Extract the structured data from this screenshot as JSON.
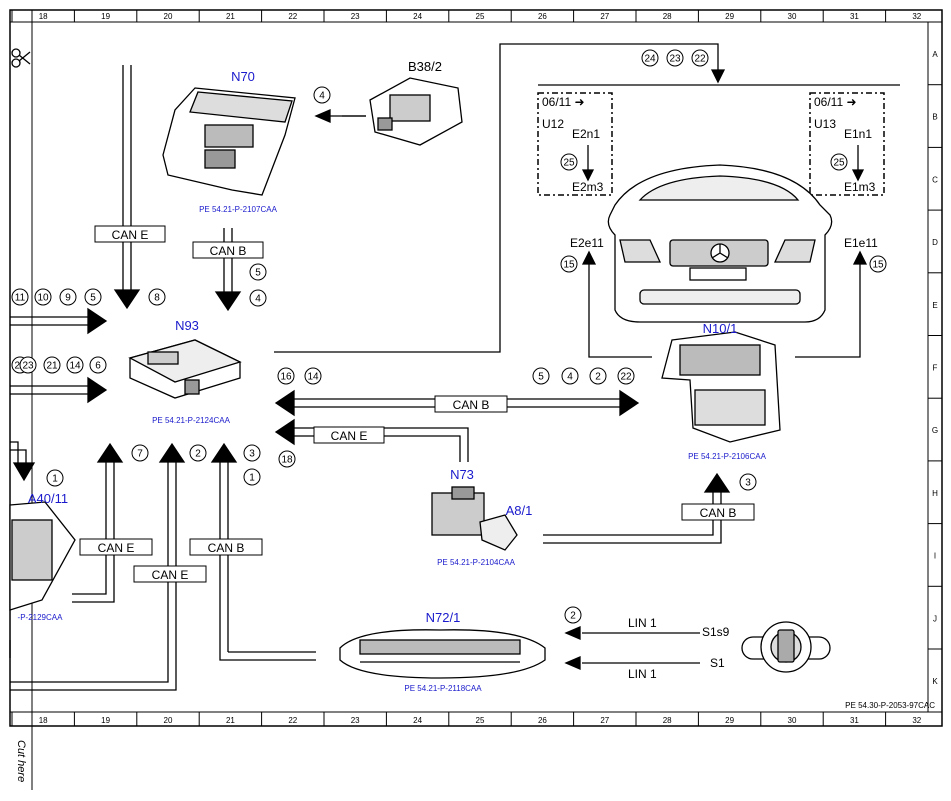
{
  "cut_label": "Cut here",
  "page_ref": "PE 54.30-P-2053-97CAC",
  "ruler_columns": [
    "18",
    "19",
    "20",
    "21",
    "22",
    "23",
    "24",
    "25",
    "26",
    "27",
    "28",
    "29",
    "30",
    "31",
    "32"
  ],
  "ruler_rows": [
    "A",
    "B",
    "C",
    "D",
    "E",
    "F",
    "G",
    "H",
    "I",
    "J",
    "K"
  ],
  "bus_labels": [
    "CAN E",
    "CAN B",
    "CAN B",
    "CAN E",
    "CAN B",
    "CAN E",
    "CAN B",
    "CAN E"
  ],
  "components": {
    "n70": {
      "name": "N70",
      "ref": "PE 54.21-P-2107CAA"
    },
    "b38_2": {
      "name": "B38/2"
    },
    "n93": {
      "name": "N93",
      "ref": "PE 54.21-P-2124CAA"
    },
    "n10_1": {
      "name": "N10/1",
      "ref": "PE 54.21-P-2106CAA"
    },
    "n73": {
      "name": "N73"
    },
    "a8_1": {
      "name": "A8/1",
      "ref": "PE 54.21-P-2104CAA"
    },
    "n72_1": {
      "name": "N72/1",
      "ref": "PE 54.21-P-2118CAA"
    },
    "a40_11": {
      "name": "A40/11",
      "ref": "-P-2129CAA"
    }
  },
  "modules": {
    "u12": {
      "date": "06/11 ➜",
      "name": "U12",
      "from": "E2n1",
      "to": "E2m3"
    },
    "u13": {
      "date": "06/11 ➜",
      "name": "U13",
      "from": "E1n1",
      "to": "E1m3"
    }
  },
  "signals": {
    "e2e11": "E2e11",
    "e1e11": "E1e11",
    "lin1": "LIN 1",
    "s1s9": "S1s9",
    "s1": "S1"
  },
  "markers": [
    "4",
    "24",
    "23",
    "22",
    "25",
    "25",
    "15",
    "15",
    "11",
    "10",
    "9",
    "5",
    "8",
    "5",
    "4",
    "24",
    "23",
    "21",
    "14",
    "6",
    "16",
    "14",
    "5",
    "4",
    "2",
    "22",
    "7",
    "2",
    "3",
    "1",
    "18",
    "1",
    "3",
    "2"
  ]
}
